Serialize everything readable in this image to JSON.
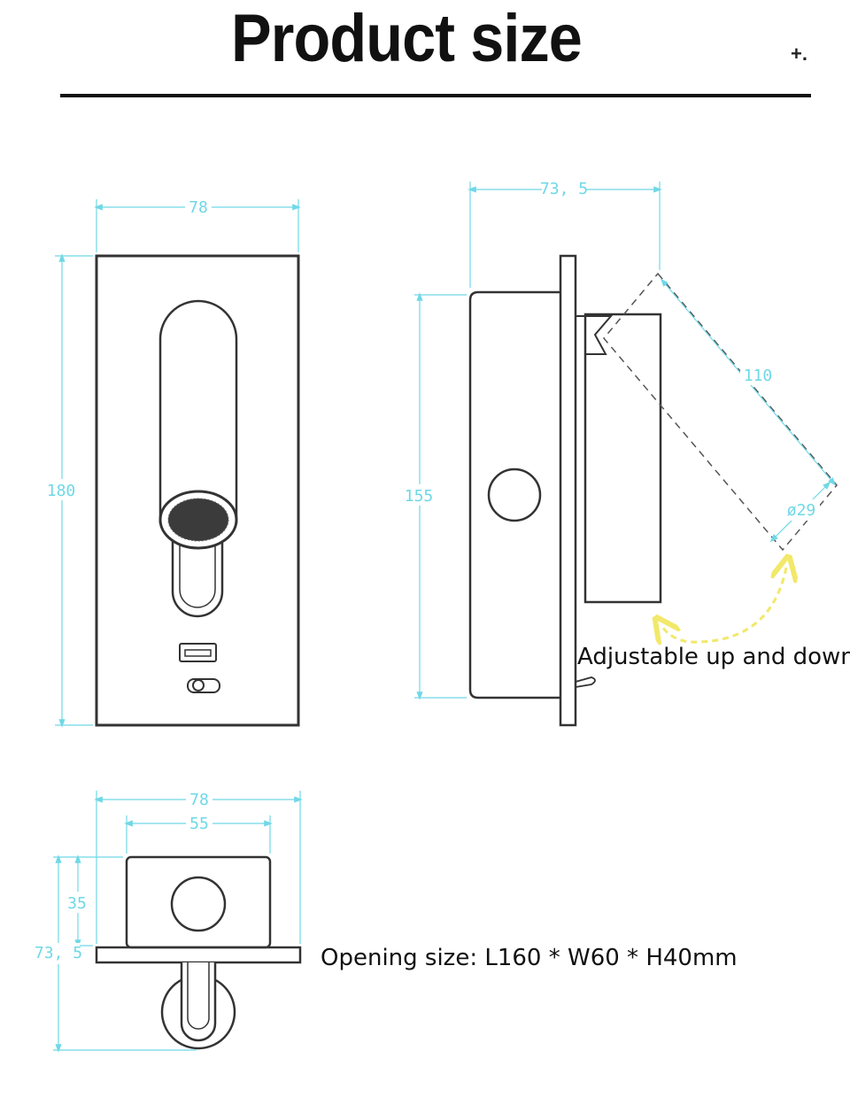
{
  "title": "Product size",
  "corner_mark": "+.",
  "dimensions": {
    "front_width": "78",
    "front_height": "180",
    "side_depth": "73, 5",
    "side_height": "155",
    "head_length": "110",
    "head_diameter": "ø29",
    "top_width": "78",
    "top_inner_width": "55",
    "top_body_depth": "35",
    "top_total_depth": "73, 5"
  },
  "notes": {
    "adjustable": "Adjustable up and down",
    "opening_size": "Opening size: L160 * W60 * H40mm"
  },
  "colors": {
    "dimension_lines": "#6fd8e6",
    "outline": "#333333",
    "motion_arrow": "#f2e86a"
  }
}
